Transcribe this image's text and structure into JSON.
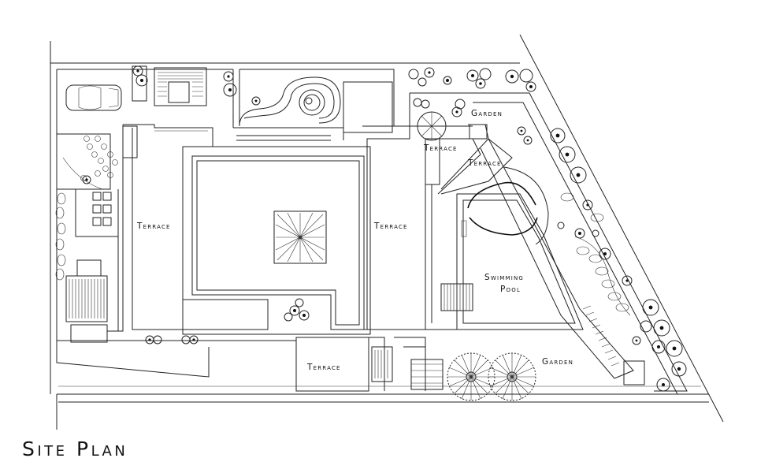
{
  "title": "Site Plan",
  "labels": {
    "terrace_left": "Terrace",
    "terrace_center": "Terrace",
    "terrace_top_1": "Terrace",
    "terrace_top_2": "Terrace",
    "terrace_bottom": "Terrace",
    "pool_line1": "Swimming",
    "pool_line2": "Pool",
    "garden_top": "Garden",
    "garden_bottom": "Garden"
  },
  "colors": {
    "line": "#222222",
    "background": "#ffffff",
    "plant": "#111111"
  }
}
